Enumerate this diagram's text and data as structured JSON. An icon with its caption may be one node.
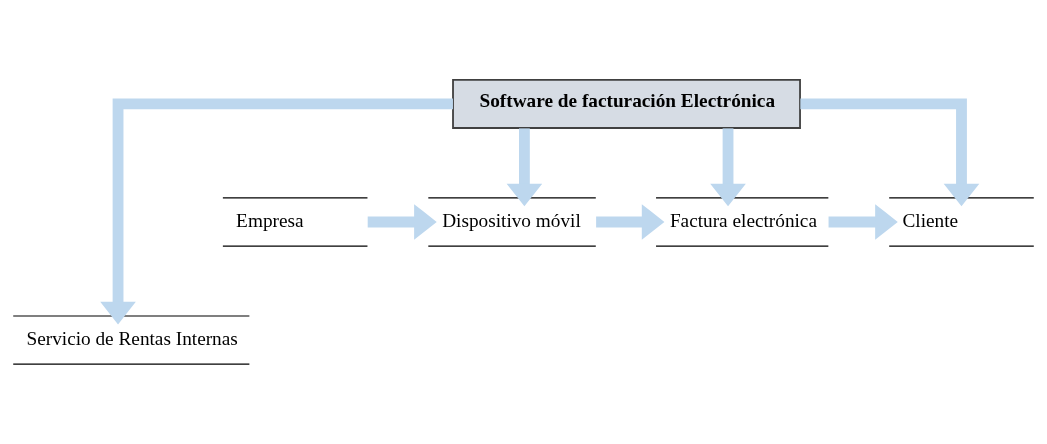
{
  "diagram": {
    "nodes": [
      {
        "text": [
          "Software de facturación Electrónica"
        ]
      },
      {
        "text": [
          "Empresa"
        ]
      },
      {
        "text": [
          "Dispositivo móvil"
        ]
      },
      {
        "text": [
          "Factura electrónica"
        ]
      },
      {
        "text": [
          "Cliente"
        ]
      },
      {
        "text": [
          "Servicio de Rentas Internas"
        ]
      }
    ],
    "edges": [
      {
        "from": 1,
        "to": 2,
        "arrow": "to"
      },
      {
        "from": 2,
        "to": 3,
        "arrow": "to"
      },
      {
        "from": 3,
        "to": 4,
        "arrow": "to"
      },
      {
        "from": 0,
        "to": 2,
        "arrow": "to"
      },
      {
        "from": 0,
        "to": 3,
        "arrow": "to"
      },
      {
        "from": 0,
        "to": 4,
        "arrow": "to"
      },
      {
        "from": 0,
        "to": 5,
        "arrow": "to"
      }
    ]
  }
}
